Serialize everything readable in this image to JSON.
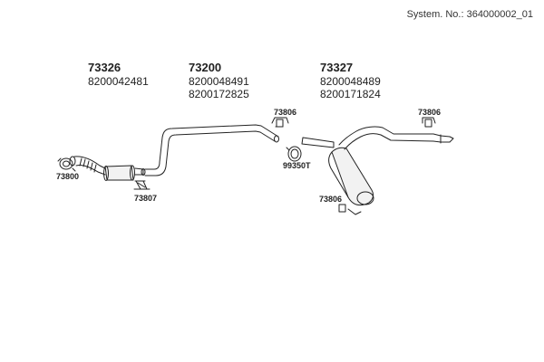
{
  "header": {
    "system_no": "System. No.: 364000002_01"
  },
  "groups": [
    {
      "part": "73326",
      "codes": [
        "8200042481"
      ]
    },
    {
      "part": "73200",
      "codes": [
        "8200048491",
        "8200172825"
      ]
    },
    {
      "part": "73327",
      "codes": [
        "8200048489",
        "8200171824"
      ]
    }
  ],
  "components": {
    "gasket_front": "73800",
    "clamp_lower": "73807",
    "hanger_mid": "73806",
    "clamp_ring": "99350T",
    "hanger_rear_top": "73806",
    "hanger_rear_low": "73806"
  }
}
